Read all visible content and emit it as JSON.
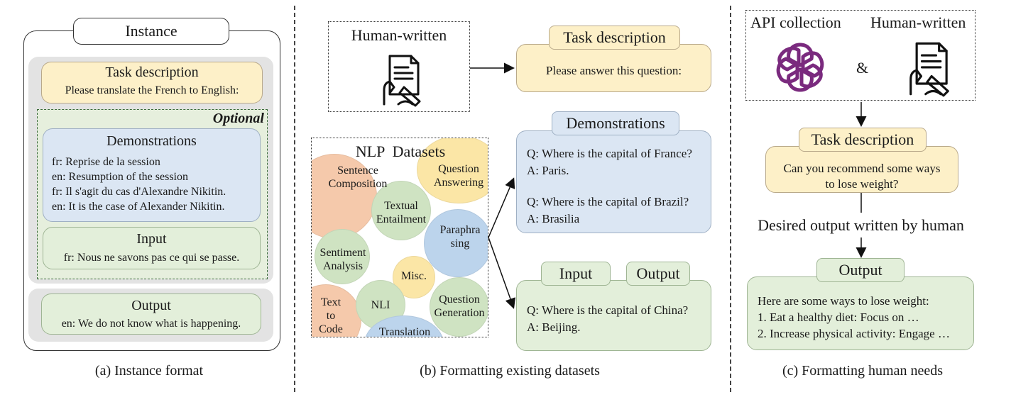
{
  "panel_a": {
    "instance_label": "Instance",
    "task": {
      "title": "Task description",
      "text": "Please translate the French to English:"
    },
    "optional_label": "Optional",
    "demos": {
      "title": "Demonstrations",
      "lines": [
        "fr: Reprise de la session",
        "en: Resumption of the session",
        "fr: Il s'agit du cas d'Alexandre Nikitin.",
        "en: It is the case of Alexander Nikitin."
      ]
    },
    "input": {
      "title": "Input",
      "text": "fr: Nous ne savons pas ce qui se passe."
    },
    "output": {
      "title": "Output",
      "text": "en: We do not know what is happening."
    },
    "caption": "(a) Instance format"
  },
  "panel_b": {
    "human_written": "Human-written",
    "nlp_title": "NLP  Datasets",
    "tasks": {
      "sentence_composition": [
        "Sentence",
        "Composition"
      ],
      "question_answering": [
        "Question",
        "Answering"
      ],
      "textual_entailment": [
        "Textual",
        "Entailment"
      ],
      "paraphrasing": [
        "Paraphra",
        "sing"
      ],
      "sentiment_analysis": [
        "Sentiment",
        "Analysis"
      ],
      "misc": "Misc.",
      "text_to_code": [
        "Text",
        "to",
        "Code"
      ],
      "nli": "NLI",
      "question_generation": [
        "Question",
        "Generation"
      ],
      "translation": "Translation"
    },
    "task_desc": {
      "title": "Task description",
      "text": "Please answer this question:"
    },
    "demos": {
      "title": "Demonstrations",
      "lines": [
        "Q: Where is the capital of France?",
        "A: Paris.",
        "Q: Where is the capital of Brazil?",
        "A: Brasilia"
      ]
    },
    "input_label": "Input",
    "output_label": "Output",
    "io_lines": [
      "Q: Where is the capital of China?",
      "A: Beijing."
    ],
    "caption": "(b) Formatting existing datasets"
  },
  "panel_c": {
    "api_collection": "API collection",
    "human_written": "Human-written",
    "ampersand": "&",
    "task_desc": {
      "title": "Task description",
      "lines": [
        "Can you recommend some ways",
        "to lose weight?"
      ]
    },
    "desired_output": "Desired output written by human",
    "output": {
      "title": "Output",
      "lines": [
        "Here are some ways to lose weight:",
        "1. Eat a healthy diet: Focus on …",
        "2. Increase physical activity: Engage …"
      ]
    },
    "caption": "(c) Formatting human needs"
  },
  "icons": {
    "openai_logo_color": "#7a2a7e",
    "document_icon": "hand-writing-document-icon"
  }
}
